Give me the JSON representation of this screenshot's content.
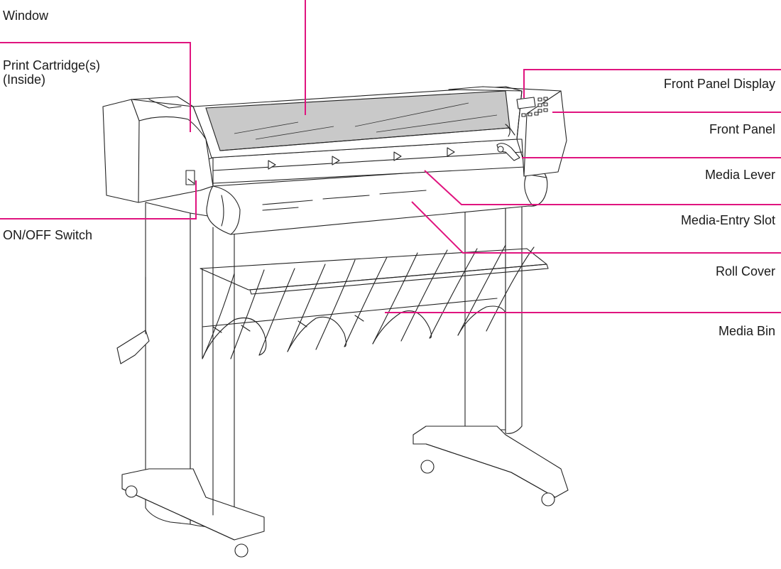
{
  "callouts": {
    "window": "Window",
    "print_cartridges": [
      "Print Cartridge(s)",
      "(Inside)"
    ],
    "on_off_switch": "ON/OFF Switch",
    "front_panel_display": "Front Panel Display",
    "front_panel": "Front Panel",
    "media_lever": "Media Lever",
    "media_entry_slot": "Media-Entry Slot",
    "roll_cover": "Roll Cover",
    "media_bin": "Media Bin"
  },
  "colors": {
    "leader_line": "#e0147f",
    "window_glass": "#c9c9c9",
    "line_art": "#222222"
  }
}
